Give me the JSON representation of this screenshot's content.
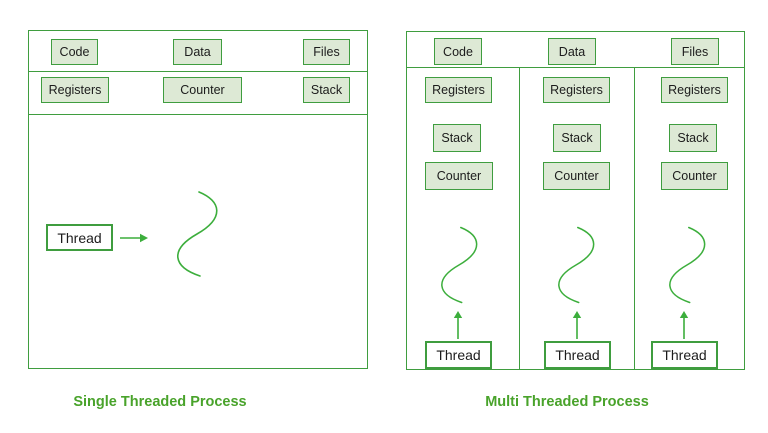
{
  "colors": {
    "border_green": "#3f9d3f",
    "box_fill": "#dde9d5",
    "accent_green": "#3cae3c",
    "caption_green": "#49a32b",
    "label_text": "#1c1c1c"
  },
  "single": {
    "caption": "Single Threaded Process",
    "row1": [
      "Code",
      "Data",
      "Files"
    ],
    "row2": [
      "Registers",
      "Counter",
      "Stack"
    ],
    "thread": "Thread"
  },
  "multi": {
    "caption": "Multi Threaded Process",
    "row1": [
      "Code",
      "Data",
      "Files"
    ],
    "columns": [
      {
        "boxes": [
          "Registers",
          "Stack",
          "Counter"
        ],
        "thread": "Thread"
      },
      {
        "boxes": [
          "Registers",
          "Stack",
          "Counter"
        ],
        "thread": "Thread"
      },
      {
        "boxes": [
          "Registers",
          "Stack",
          "Counter"
        ],
        "thread": "Thread"
      }
    ]
  }
}
